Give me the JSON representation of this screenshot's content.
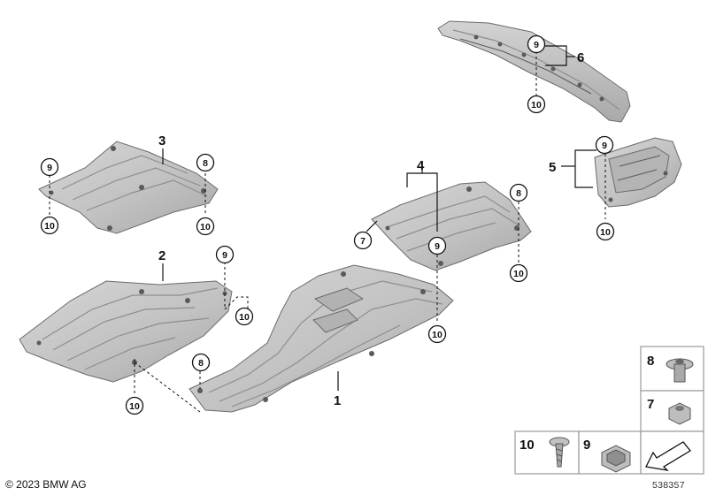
{
  "parts": [
    {
      "id": "part-1",
      "label": "1"
    },
    {
      "id": "part-2",
      "label": "2"
    },
    {
      "id": "part-3",
      "label": "3"
    },
    {
      "id": "part-4",
      "label": "4"
    },
    {
      "id": "part-5",
      "label": "5"
    },
    {
      "id": "part-6",
      "label": "6"
    }
  ],
  "callouts": {
    "c7": "7",
    "c8": "8",
    "c9": "9",
    "c10": "10"
  },
  "legend": {
    "item8": "8",
    "item7": "7",
    "item10": "10",
    "item9": "9"
  },
  "colors": {
    "panel_fill": "#c9c9c9",
    "panel_dark": "#a9a9a9",
    "panel_edge": "#6b6b6b",
    "line": "#111111"
  },
  "footer": {
    "copyright": "© 2023 BMW AG",
    "doc_number": "538357"
  }
}
